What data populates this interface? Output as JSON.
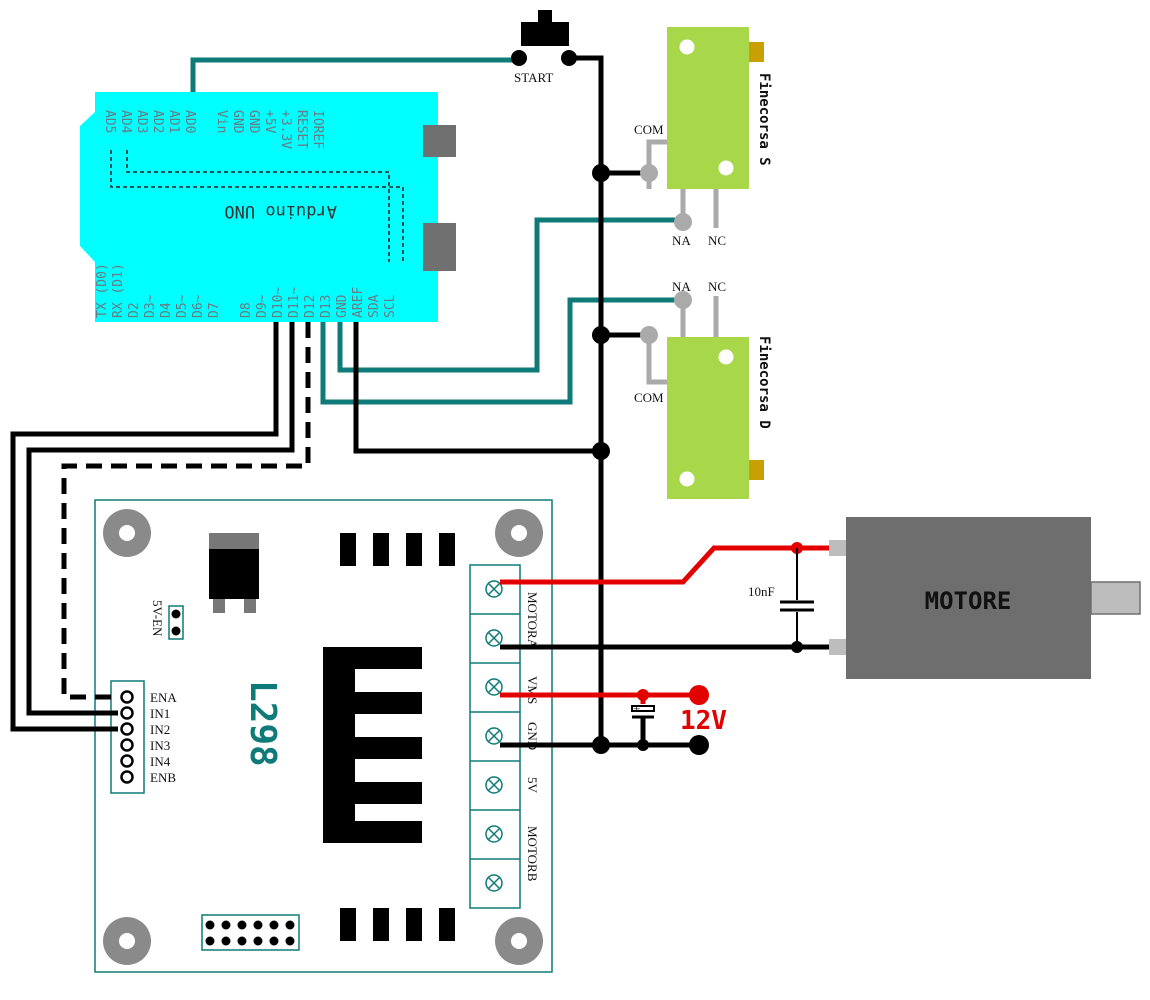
{
  "arduino": {
    "name": "Arduino UNO",
    "top_pins": [
      "AD5",
      "AD4",
      "AD3",
      "AD2",
      "AD1",
      "AD0",
      "",
      "Vin",
      "GND",
      "GND",
      "+5V",
      "+3.3V",
      "RESET",
      "IOREF"
    ],
    "bottom_pins": [
      "TX (D0)",
      "RX (D1)",
      "D2",
      "D3~",
      "D4",
      "D5~",
      "D6~",
      "D7",
      "",
      "D8",
      "D9~",
      "D10~",
      "D11~",
      "D12",
      "D13",
      "GND",
      "AREF",
      "SDA",
      "SCL"
    ]
  },
  "start_button": {
    "label": "START"
  },
  "limit_switch_s": {
    "title": "Finecorsa S",
    "com": "COM",
    "na": "NA",
    "nc": "NC"
  },
  "limit_switch_d": {
    "title": "Finecorsa D",
    "com": "COM",
    "na": "NA",
    "nc": "NC"
  },
  "driver": {
    "name": "L298",
    "jumper": "5V-EN",
    "header_pins": [
      "ENA",
      "IN1",
      "IN2",
      "IN3",
      "IN4",
      "ENB"
    ],
    "terminals": [
      "MOTORA",
      "VMS",
      "GND",
      "5V",
      "MOTORB"
    ]
  },
  "motor": {
    "label": "MOTORE"
  },
  "capacitor": {
    "label": "10nF"
  },
  "supply": {
    "label": "12V",
    "plus": "+"
  },
  "colors": {
    "arduino": "#00ffff",
    "switch": "#a8d84a",
    "motor": "#6e6e6e",
    "teal": "#0e7b78",
    "red": "#e30000"
  }
}
